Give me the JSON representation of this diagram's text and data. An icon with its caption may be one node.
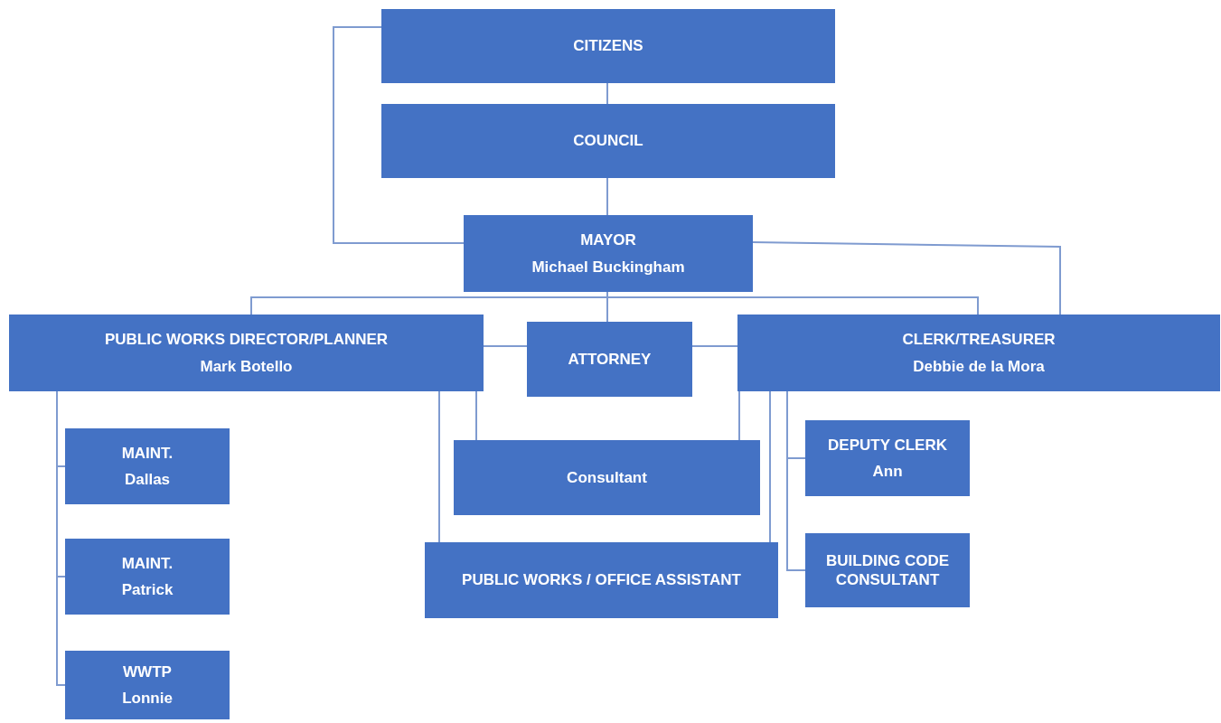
{
  "diagram": {
    "nodes": [
      {
        "text": [
          "CITIZENS"
        ]
      },
      {
        "text": [
          "COUNCIL"
        ]
      },
      {
        "text": [
          "MAYOR",
          "Michael Buckingham"
        ]
      },
      {
        "text": [
          "PUBLIC WORKS DIRECTOR/PLANNER",
          "Mark Botello"
        ]
      },
      {
        "text": [
          "ATTORNEY"
        ]
      },
      {
        "text": [
          "CLERK/TREASURER",
          "Debbie de la Mora"
        ]
      },
      {
        "text": [
          "MAINT.",
          "Dallas"
        ]
      },
      {
        "text": [
          "MAINT.",
          "Patrick"
        ]
      },
      {
        "text": [
          "WWTP",
          "Lonnie"
        ]
      },
      {
        "text": [
          "Consultant"
        ]
      },
      {
        "text": [
          "PUBLIC WORKS / OFFICE ASSISTANT"
        ]
      },
      {
        "text": [
          "DEPUTY CLERK",
          "Ann"
        ]
      },
      {
        "text": [
          "BUILDING CODE CONSULTANT"
        ]
      }
    ],
    "edges": [
      {
        "from": 0,
        "to": 1,
        "arrow": "none"
      },
      {
        "from": 0,
        "to": 2,
        "arrow": "none"
      },
      {
        "from": 1,
        "to": 2,
        "arrow": "none"
      },
      {
        "from": 2,
        "to": 3,
        "arrow": "none"
      },
      {
        "from": 2,
        "to": 4,
        "arrow": "none"
      },
      {
        "from": 2,
        "to": 5,
        "arrow": "none"
      },
      {
        "from": 2,
        "to": 5,
        "arrow": "none"
      },
      {
        "from": 3,
        "to": 4,
        "arrow": "none"
      },
      {
        "from": 4,
        "to": 5,
        "arrow": "none"
      },
      {
        "from": 3,
        "to": 6,
        "arrow": "none"
      },
      {
        "from": 3,
        "to": 7,
        "arrow": "none"
      },
      {
        "from": 3,
        "to": 8,
        "arrow": "none"
      },
      {
        "from": 3,
        "to": 9,
        "arrow": "none"
      },
      {
        "from": 3,
        "to": 10,
        "arrow": "none"
      },
      {
        "from": 5,
        "to": 9,
        "arrow": "none"
      },
      {
        "from": 5,
        "to": 10,
        "arrow": "none"
      },
      {
        "from": 5,
        "to": 11,
        "arrow": "none"
      },
      {
        "from": 5,
        "to": 12,
        "arrow": "none"
      }
    ]
  }
}
